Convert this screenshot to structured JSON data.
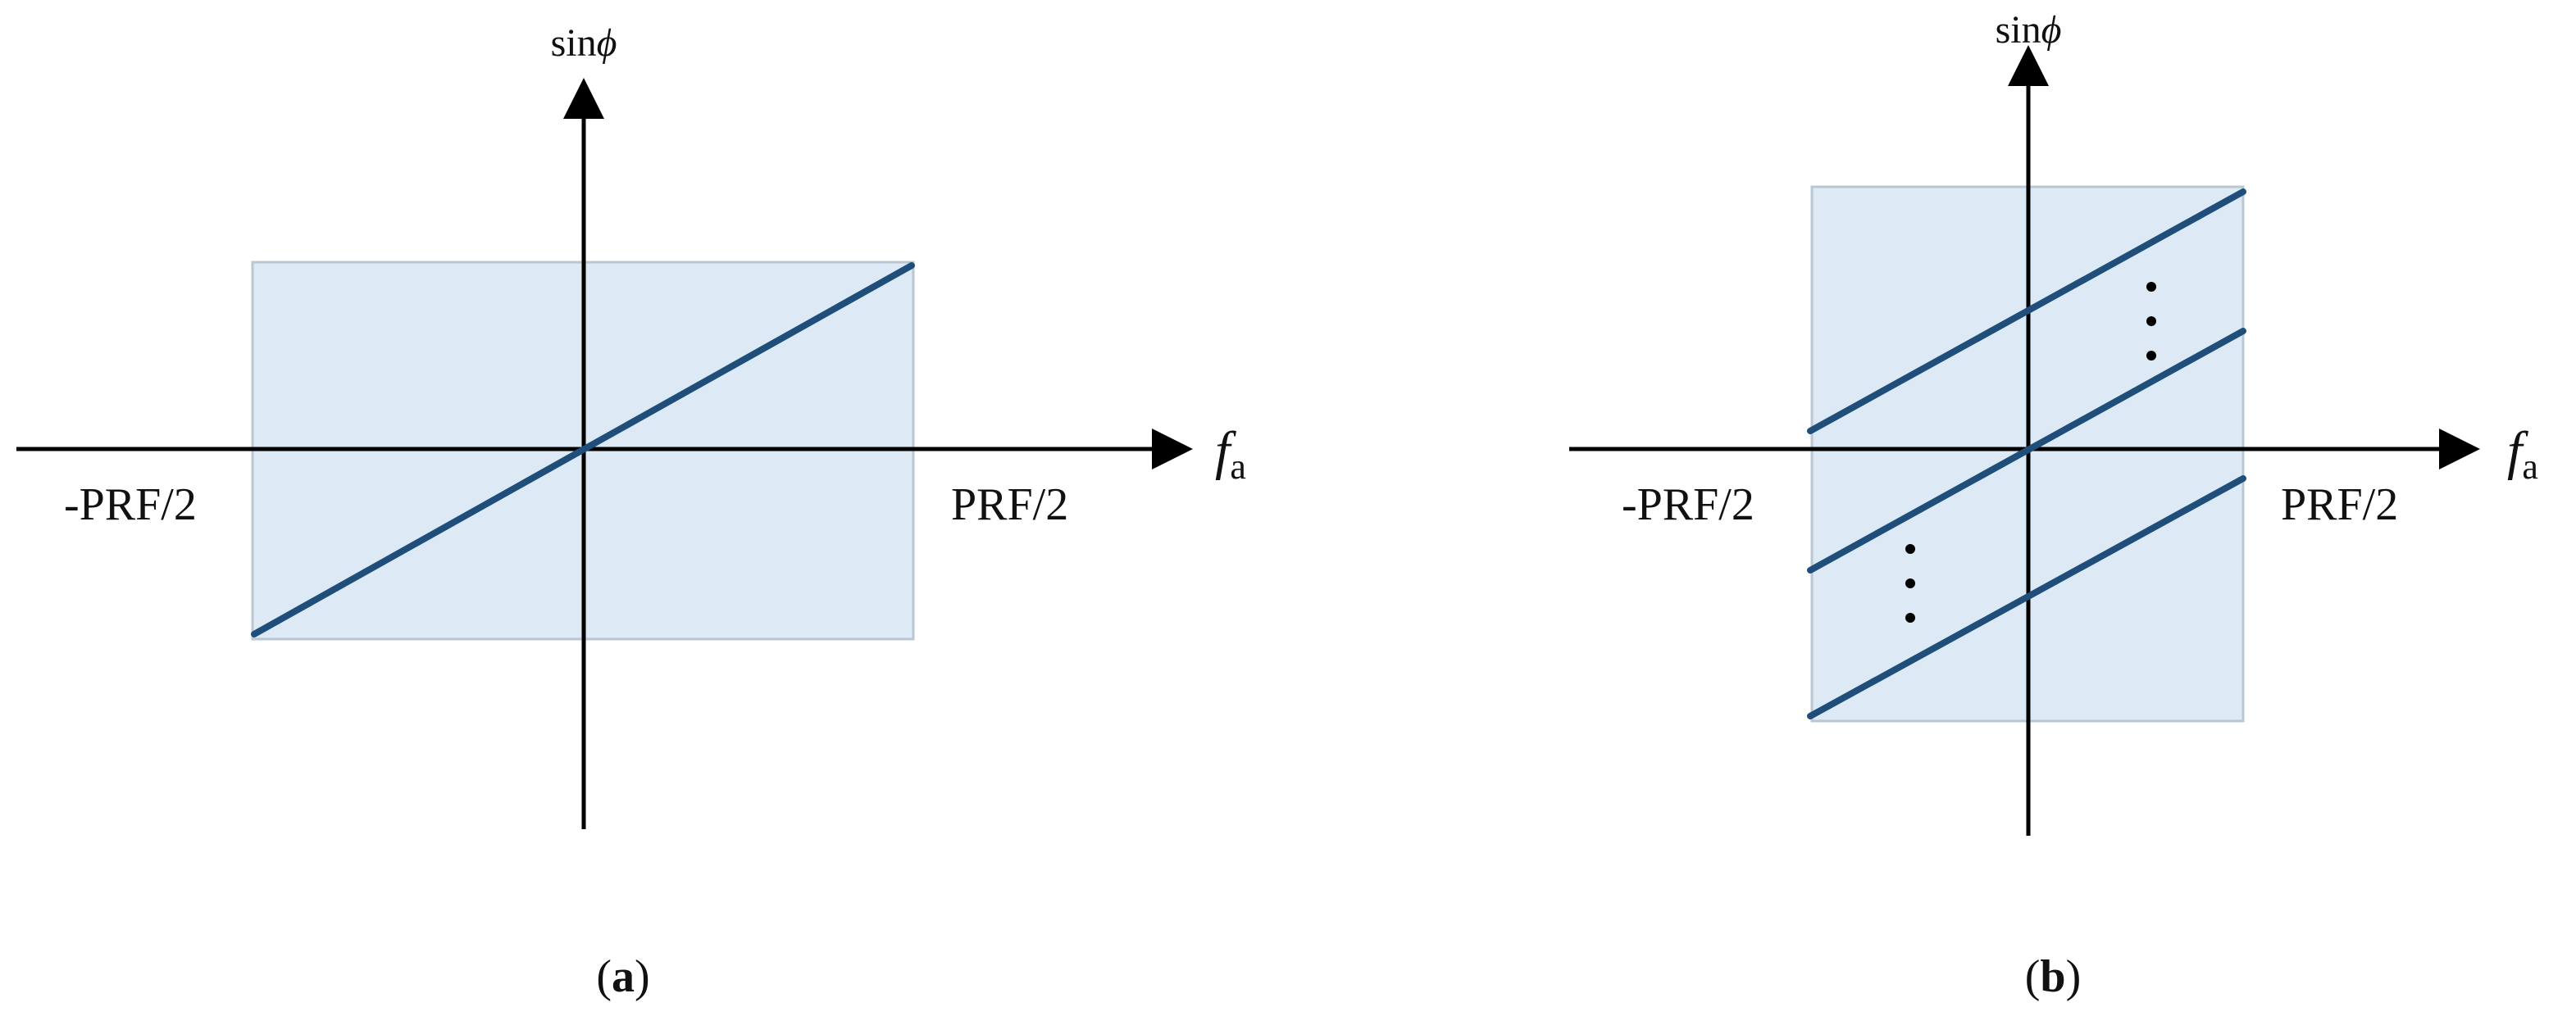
{
  "colors": {
    "region_fill": "#dde9f5",
    "region_stroke": "#b9c7d3",
    "line": "#1f4e7a",
    "axis": "#000000",
    "text": "#111111"
  },
  "panels": [
    {
      "id": "a",
      "caption_open": "(",
      "caption_letter": "a",
      "caption_close": ")",
      "y_axis": {
        "prefix": "sin",
        "symbol": "ϕ"
      },
      "x_axis": {
        "symbol": "f",
        "subscript": "a"
      },
      "x_left_label": "-PRF/2",
      "x_right_label": "PRF/2"
    },
    {
      "id": "b",
      "caption_open": "(",
      "caption_letter": "b",
      "caption_close": ")",
      "y_axis": {
        "prefix": "sin",
        "symbol": "ϕ"
      },
      "x_axis": {
        "symbol": "f",
        "subscript": "a"
      },
      "x_left_label": "-PRF/2",
      "x_right_label": "PRF/2"
    }
  ]
}
